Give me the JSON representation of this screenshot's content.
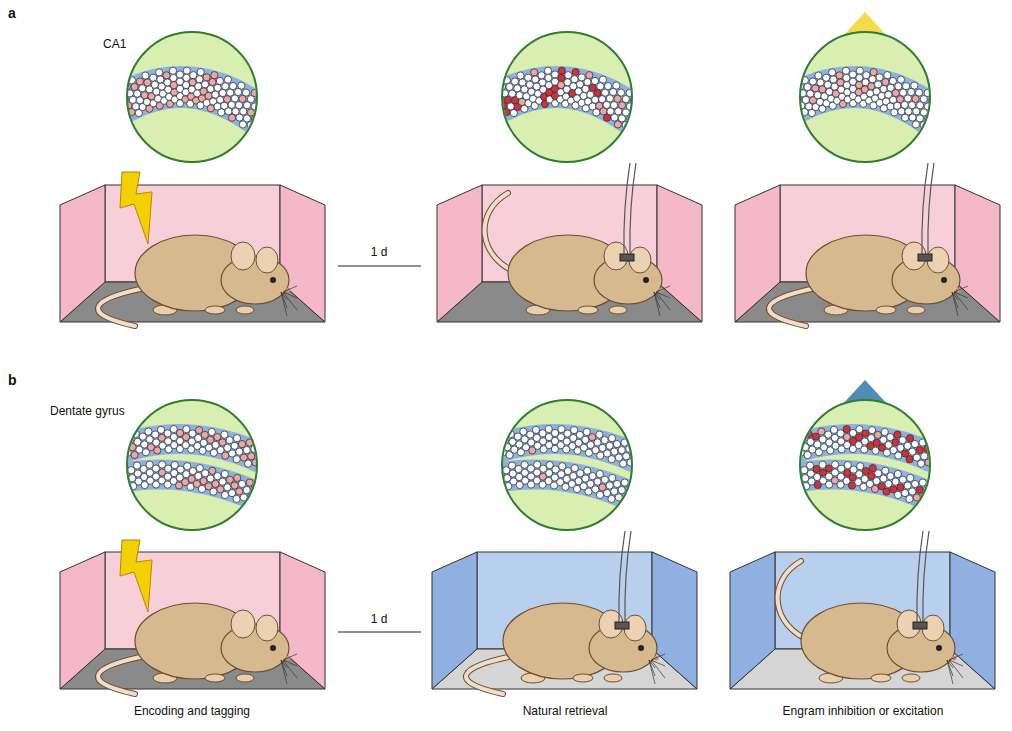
{
  "diagram": {
    "labels": [
      "a",
      "CA1",
      "1 d",
      "b",
      "Dentate gyrus",
      "1 d",
      "Encoding and tagging",
      "Natural retrieval",
      "Engram inhibition or excitation"
    ]
  }
}
